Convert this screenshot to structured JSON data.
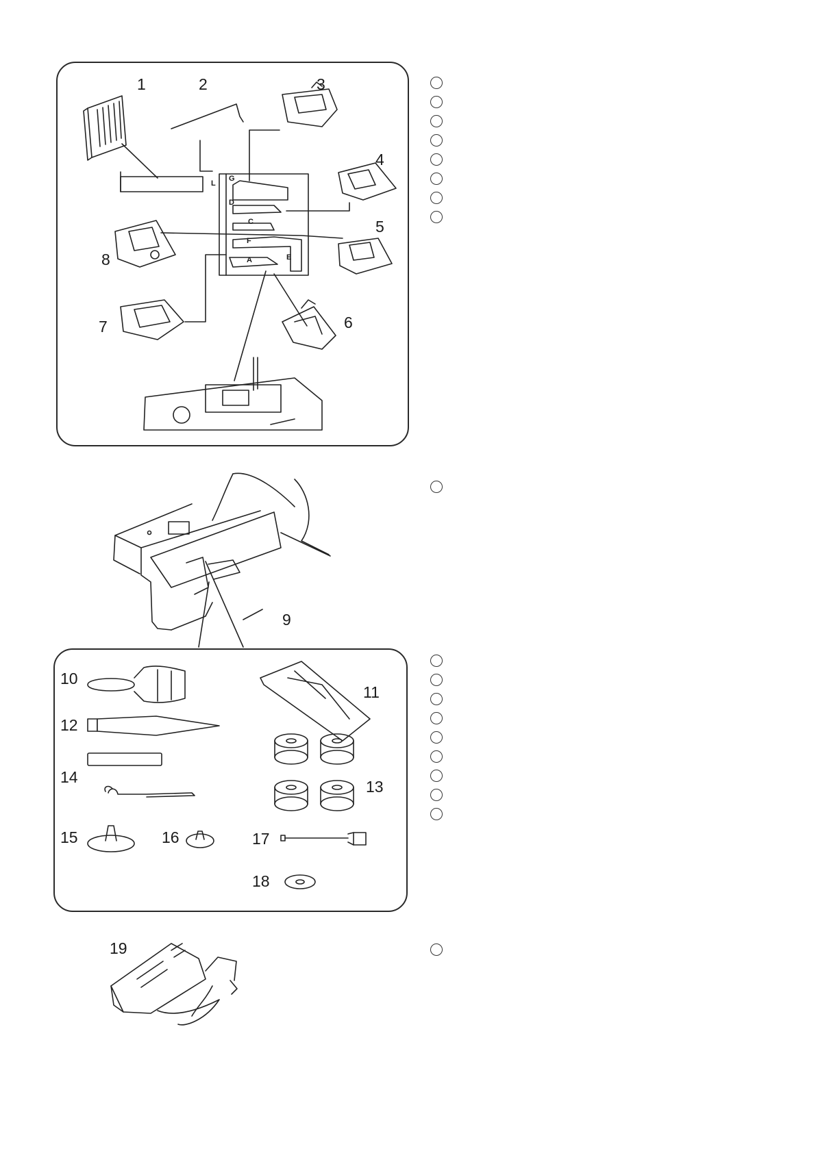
{
  "parts": {
    "n1": "1",
    "n2": "2",
    "n3": "3",
    "n4": "4",
    "n5": "5",
    "n6": "6",
    "n7": "7",
    "n8": "8",
    "n9": "9",
    "n10": "10",
    "n11": "11",
    "n12": "12",
    "n13": "13",
    "n14": "14",
    "n15": "15",
    "n16": "16",
    "n17": "17",
    "n18": "18",
    "n19": "19"
  },
  "tray_labels": {
    "g": "G",
    "d": "D",
    "c": "C",
    "f": "F",
    "e": "E",
    "a": "A",
    "l": "L"
  }
}
